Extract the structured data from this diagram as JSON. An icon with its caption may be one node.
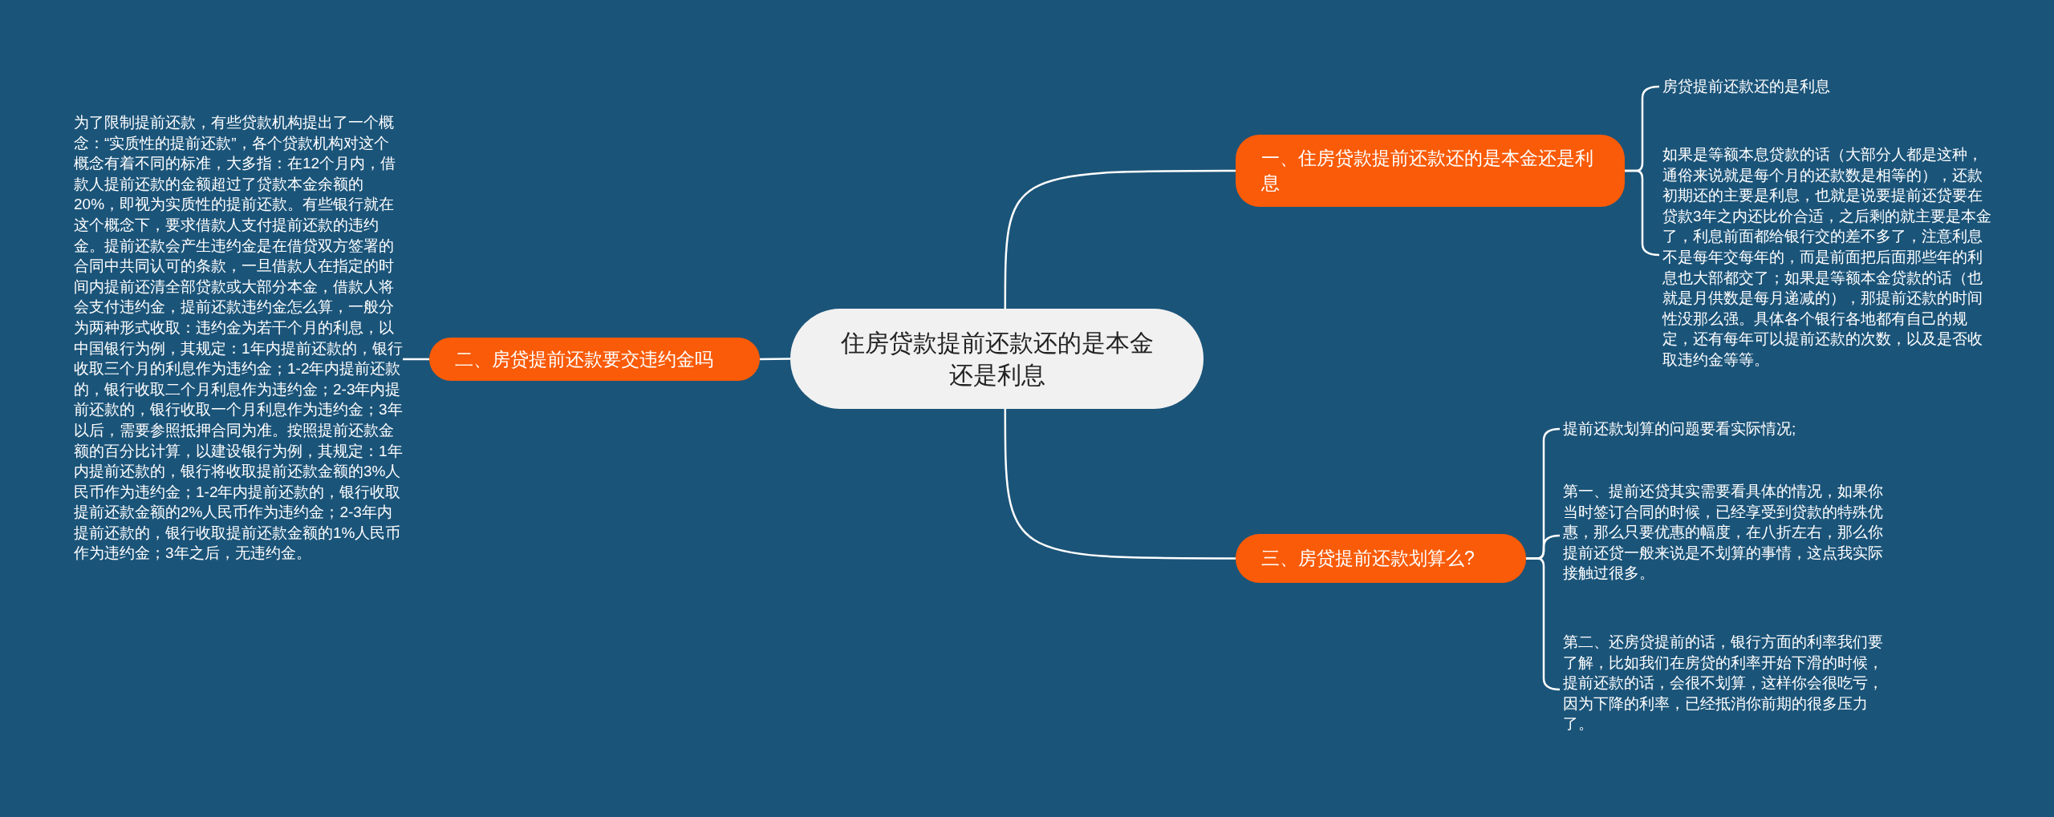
{
  "diagram": {
    "nodes": [
      {
        "text": [
          "住房贷款提前还款还的是本金还是利息"
        ]
      },
      {
        "text": [
          "一、住房贷款提前还款还的是本金还是利息"
        ]
      },
      {
        "text": [
          "房贷提前还款还的是利息"
        ]
      },
      {
        "text": [
          "如果是等额本息贷款的话（大部分人都是这种，通俗来说就是每个月的还款数是相等的），还款初期还的主要是利息，也就是说要提前还贷要在贷款3年之内还比价合适，之后剩的就主要是本金了，利息前面都给银行交的差不多了，注意利息不是每年交每年的，而是前面把后面那些年的利息也大部都交了；如果是等额本金贷款的话（也就是月供数是每月递减的），那提前还款的时间性没那么强。具体各个银行各地都有自己的规定，还有每年可以提前还款的次数，以及是否收取违约金等等。"
        ]
      },
      {
        "text": [
          "二、房贷提前还款要交违约金吗"
        ]
      },
      {
        "text": [
          "为了限制提前还款，有些贷款机构提出了一个概念：“实质性的提前还款”，各个贷款机构对这个概念有着不同的标准，大多指：在12个月内，借款人提前还款的金额超过了贷款本金余额的20%，即视为实质性的提前还款。有些银行就在这个概念下，要求借款人支付提前还款的违约金。提前还款会产生违约金是在借贷双方签署的合同中共同认可的条款，一旦借款人在指定的时间内提前还清全部贷款或大部分本金，借款人将会支付违约金，提前还款违约金怎么算，一般分为两种形式收取：违约金为若干个月的利息，以中国银行为例，其规定：1年内提前还款的，银行收取三个月的利息作为违约金；1-2年内提前还款的，银行收取二个月利息作为违约金；2-3年内提前还款的，银行收取一个月利息作为违约金；3年以后，需要参照抵押合同为准。按照提前还款金额的百分比计算，以建设银行为例，其规定：1年内提前还款的，银行将收取提前还款金额的3%人民币作为违约金；1-2年内提前还款的，银行收取提前还款金额的2%人民币作为违约金；2-3年内提前还款的，银行收取提前还款金额的1%人民币作为违约金；3年之后，无违约金。"
        ]
      },
      {
        "text": [
          "三、房贷提前还款划算么?"
        ]
      },
      {
        "text": [
          "提前还款划算的问题要看实际情况;"
        ]
      },
      {
        "text": [
          "第一、提前还贷其实需要看具体的情况，如果你当时签订合同的时候，已经享受到贷款的特殊优惠，那么只要优惠的幅度，在八折左右，那么你提前还贷一般来说是不划算的事情，这点我实际接触过很多。"
        ]
      },
      {
        "text": [
          "第二、还房贷提前的话，银行方面的利率我们要了解，比如我们在房贷的利率开始下滑的时候，提前还款的话，会很不划算，这样你会很吃亏，因为下降的利率，已经抵消你前期的很多压力了。"
        ]
      }
    ],
    "edges": [
      {
        "from": 0,
        "to": 1,
        "arrow": "none"
      },
      {
        "from": 1,
        "to": 2,
        "arrow": "none"
      },
      {
        "from": 1,
        "to": 3,
        "arrow": "none"
      },
      {
        "from": 0,
        "to": 4,
        "arrow": "none"
      },
      {
        "from": 4,
        "to": 5,
        "arrow": "none"
      },
      {
        "from": 0,
        "to": 6,
        "arrow": "none"
      },
      {
        "from": 6,
        "to": 7,
        "arrow": "none"
      },
      {
        "from": 6,
        "to": 8,
        "arrow": "none"
      },
      {
        "from": 6,
        "to": 9,
        "arrow": "none"
      }
    ]
  }
}
